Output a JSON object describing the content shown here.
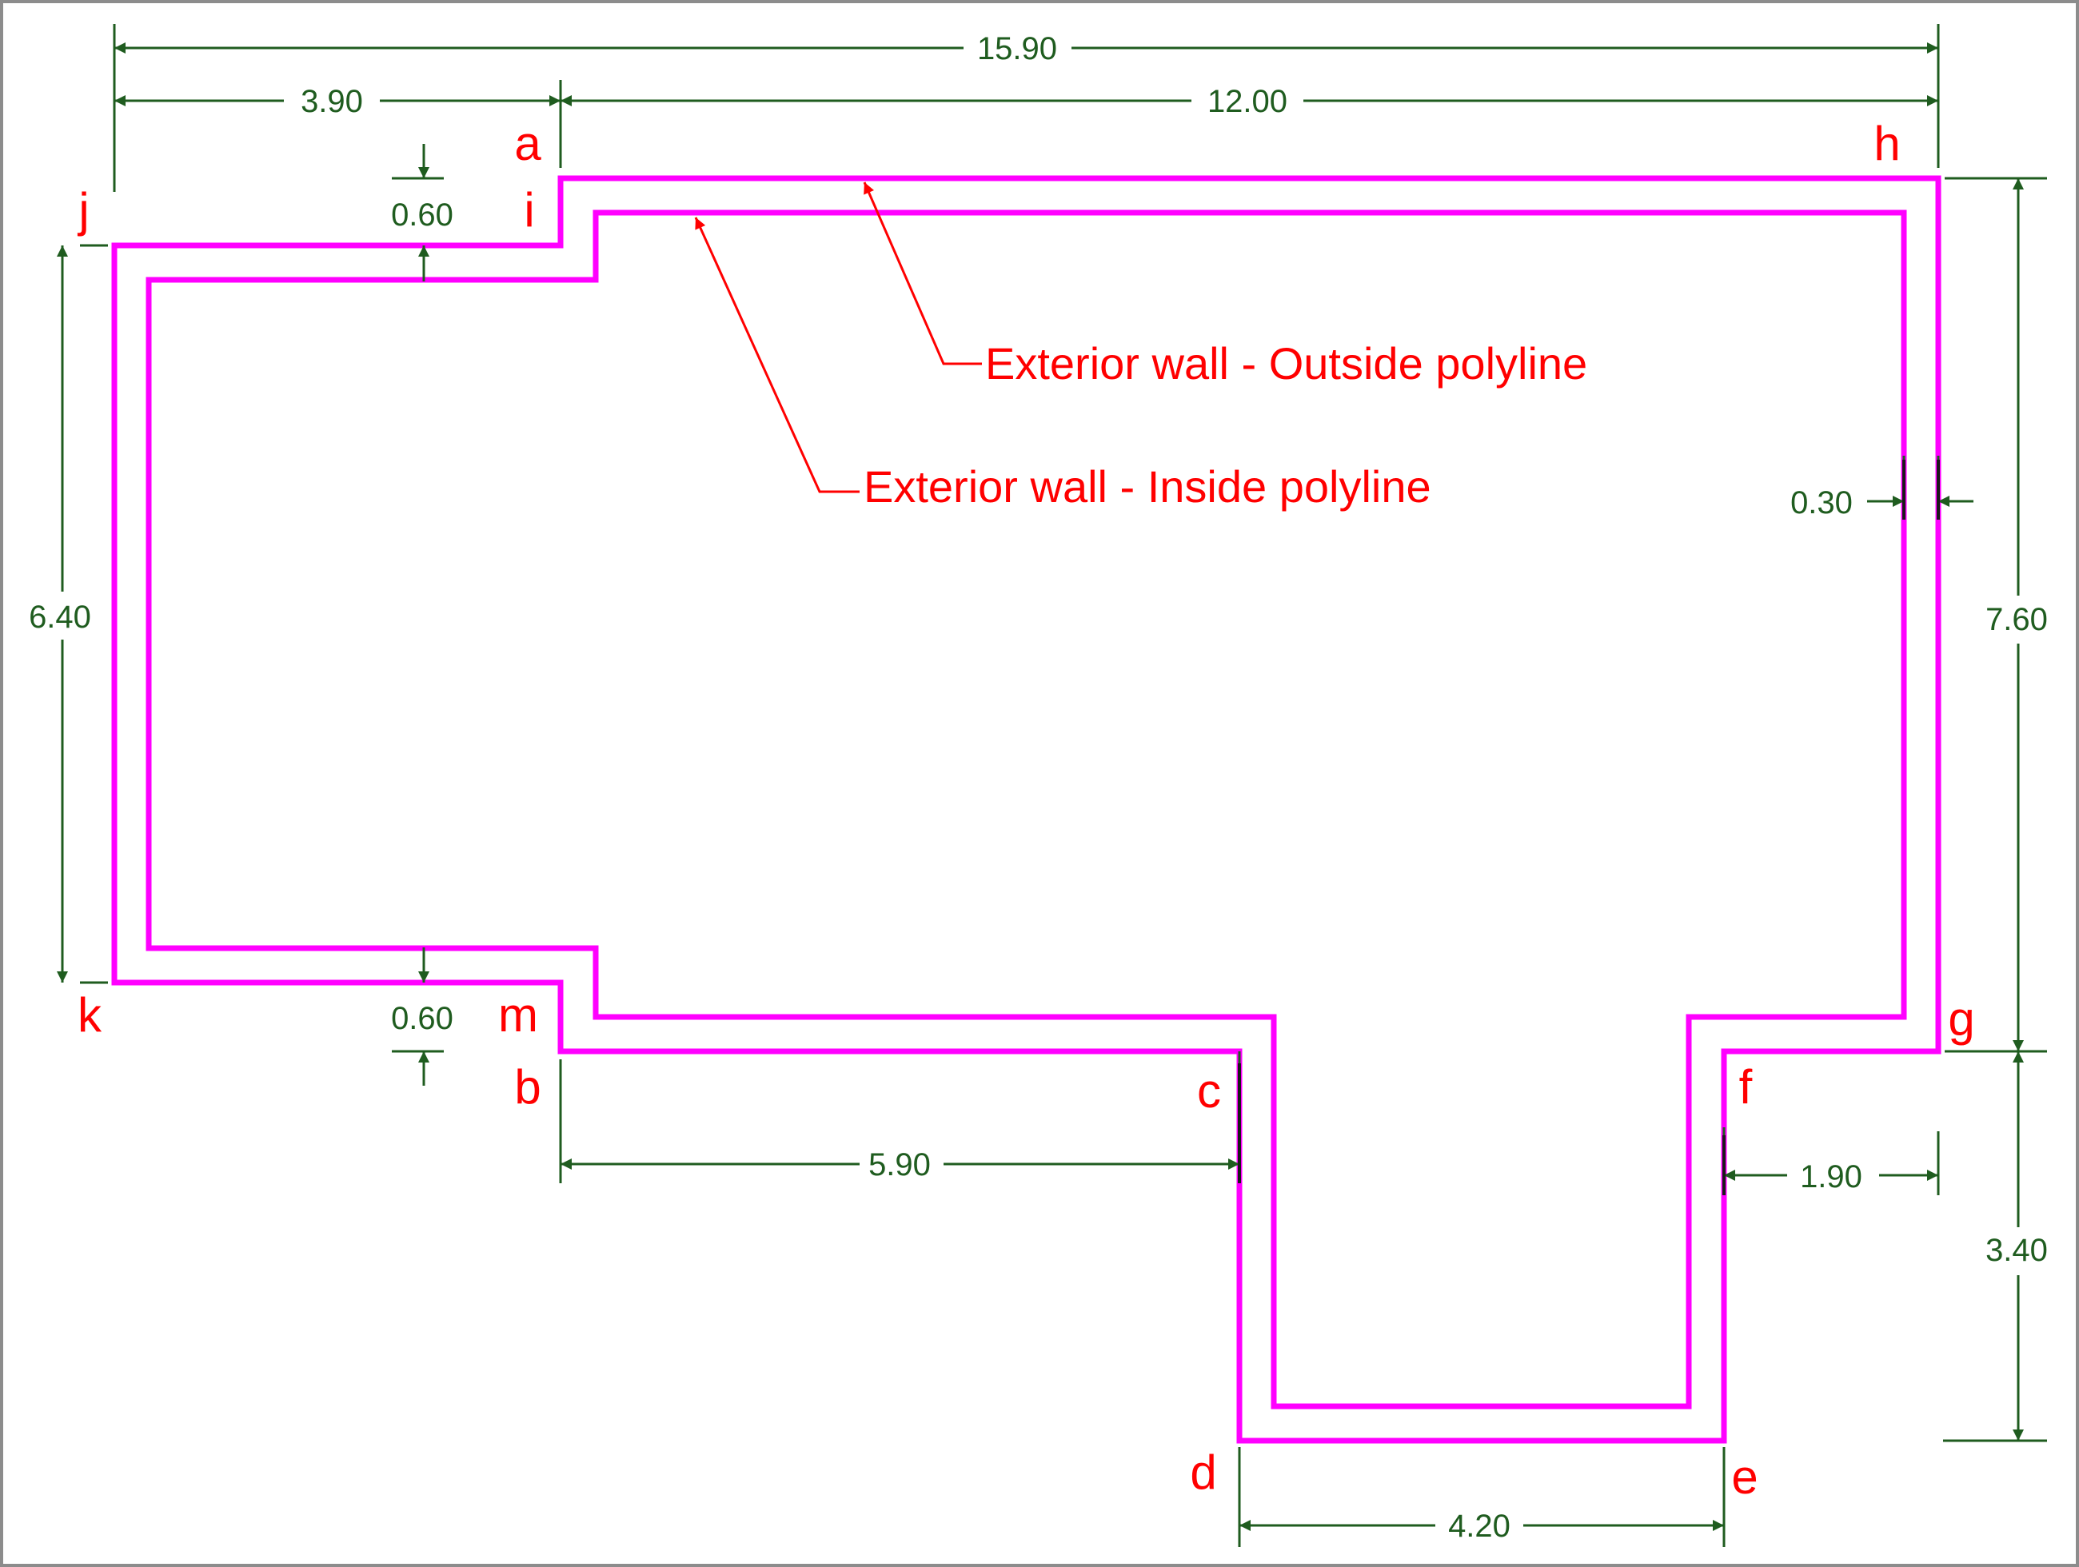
{
  "colors": {
    "wall": "#ff00ff",
    "dimension": "#1f5c1f",
    "annotation": "#ff0000",
    "frame": "#8c8c8c"
  },
  "labels": {
    "outside_polyline": "Exterior wall - Outside polyline",
    "inside_polyline": "Exterior wall - Inside polyline"
  },
  "points": {
    "a": "a",
    "b": "b",
    "c": "c",
    "d": "d",
    "e": "e",
    "f": "f",
    "g": "g",
    "h": "h",
    "i": "i",
    "j": "j",
    "k": "k",
    "m": "m"
  },
  "dimensions": {
    "overall_width": "15.90",
    "left_offset": "3.90",
    "main_width": "12.00",
    "left_wing_height": "6.40",
    "right_height": "7.60",
    "bottom_projection_height": "3.40",
    "top_step": "0.60",
    "bottom_step": "0.60",
    "wall_thickness": "0.30",
    "b_to_c": "5.90",
    "f_to_g": "1.90",
    "d_to_e": "4.20"
  }
}
